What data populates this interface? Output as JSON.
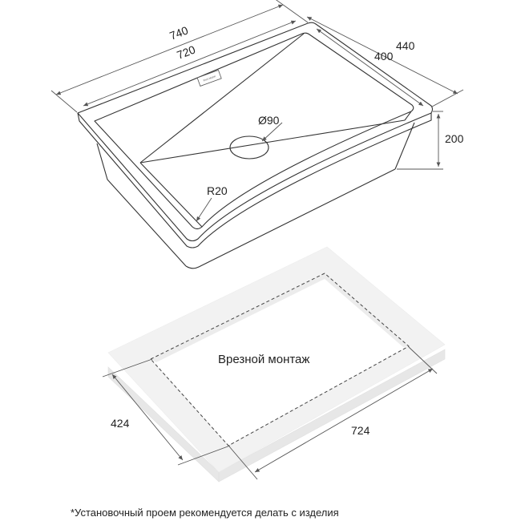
{
  "sink": {
    "dim_outer_width": "740",
    "dim_inner_width": "720",
    "dim_outer_depth": "440",
    "dim_inner_depth": "400",
    "dim_height": "200",
    "dim_drain": "Ø90",
    "dim_radius": "R20",
    "brand": "PAULMARK"
  },
  "cutout": {
    "label": "Врезной монтаж",
    "dim_depth": "424",
    "dim_width": "724"
  },
  "footnote": "*Установочный проем рекомендуется делать с изделия",
  "colors": {
    "line": "#333333",
    "dim_line": "#555555",
    "countertop_top": "#f2f2f2",
    "countertop_side": "#e7e7e7"
  }
}
